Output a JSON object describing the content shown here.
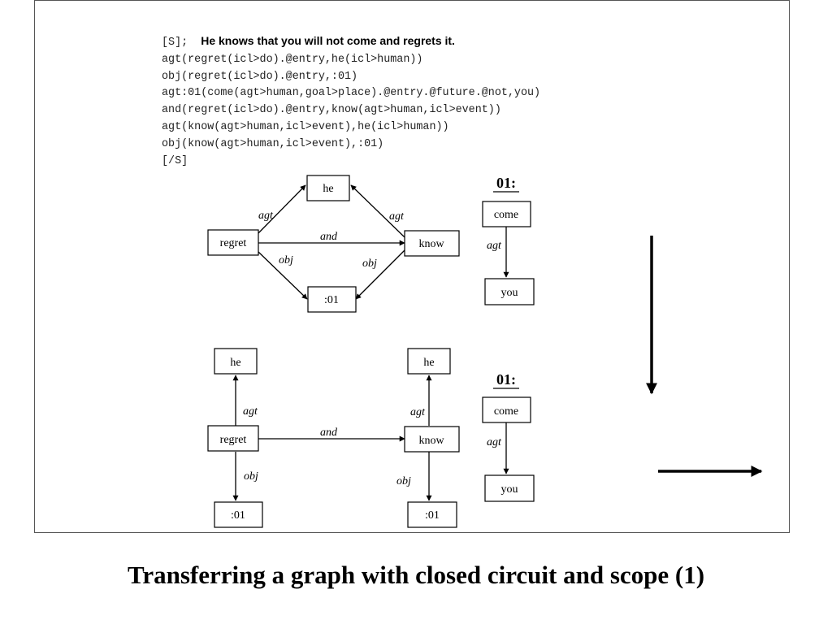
{
  "code": {
    "open_tag": "[S];",
    "sentence": "He knows that you will not come and regrets it.",
    "lines": [
      "agt(regret(icl>do).@entry,he(icl>human))",
      "obj(regret(icl>do).@entry,:01)",
      "agt:01(come(agt>human,goal>place).@entry.@future.@not,you)",
      "and(regret(icl>do).@entry,know(agt>human,icl>event))",
      "agt(know(agt>human,icl>event),he(icl>human))",
      "obj(know(agt>human,icl>event),:01)"
    ],
    "close_tag": "[/S]"
  },
  "graph_top": {
    "nodes": {
      "he": "he",
      "regret": "regret",
      "know": "know",
      "scope": ":01"
    },
    "edges": {
      "regret_he": "agt",
      "know_he": "agt",
      "regret_know": "and",
      "regret_scope": "obj",
      "know_scope": "obj"
    },
    "scope": {
      "title": "01:",
      "come": "come",
      "you": "you",
      "edge": "agt"
    }
  },
  "graph_bottom": {
    "nodes": {
      "he_left": "he",
      "he_right": "he",
      "regret": "regret",
      "know": "know",
      "scope_left": ":01",
      "scope_right": ":01"
    },
    "edges": {
      "regret_he": "agt",
      "know_he": "agt",
      "regret_know": "and",
      "regret_scope": "obj",
      "know_scope": "obj"
    },
    "scope": {
      "title": "01:",
      "come": "come",
      "you": "you",
      "edge": "agt"
    }
  },
  "slide_title": "Transferring a graph with closed circuit and scope (1)"
}
